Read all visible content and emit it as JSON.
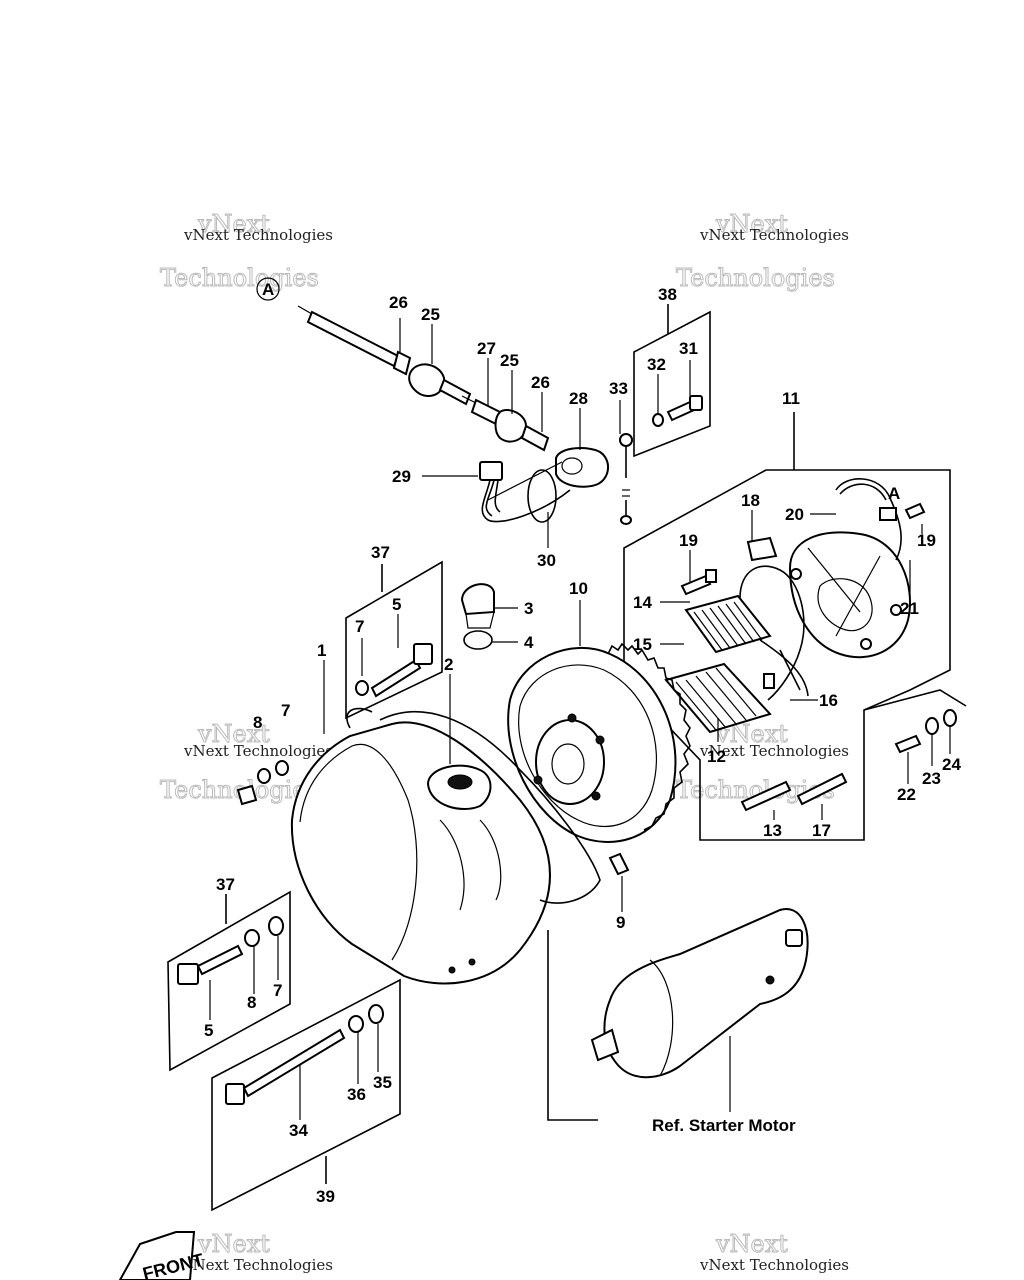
{
  "watermark": {
    "line1": "vNext",
    "line2": "vNext Technologies",
    "line3": "Technologies"
  },
  "labels": {
    "l1": "1",
    "l2": "2",
    "l3": "3",
    "l4": "4",
    "l5a": "5",
    "l5b": "5",
    "l7a": "7",
    "l7b": "7",
    "l7c": "7",
    "l8a": "8",
    "l8b": "8",
    "l9": "9",
    "l10": "10",
    "l11": "11",
    "l12": "12",
    "l13": "13",
    "l14": "14",
    "l15": "15",
    "l16": "16",
    "l17": "17",
    "l18": "18",
    "l19a": "19",
    "l19b": "19",
    "l20": "20",
    "l21": "21",
    "l22": "22",
    "l23": "23",
    "l24": "24",
    "l25a": "25",
    "l25b": "25",
    "l26a": "26",
    "l26b": "26",
    "l27": "27",
    "l28": "28",
    "l29": "29",
    "l30": "30",
    "l31": "31",
    "l32": "32",
    "l33": "33",
    "l34": "34",
    "l35": "35",
    "l36": "36",
    "l37a": "37",
    "l37b": "37",
    "l38": "38",
    "l39": "39",
    "refA_top": "A",
    "refA_right": "A"
  },
  "ref_starter_motor": "Ref. Starter Motor",
  "front_label": "FRONT"
}
